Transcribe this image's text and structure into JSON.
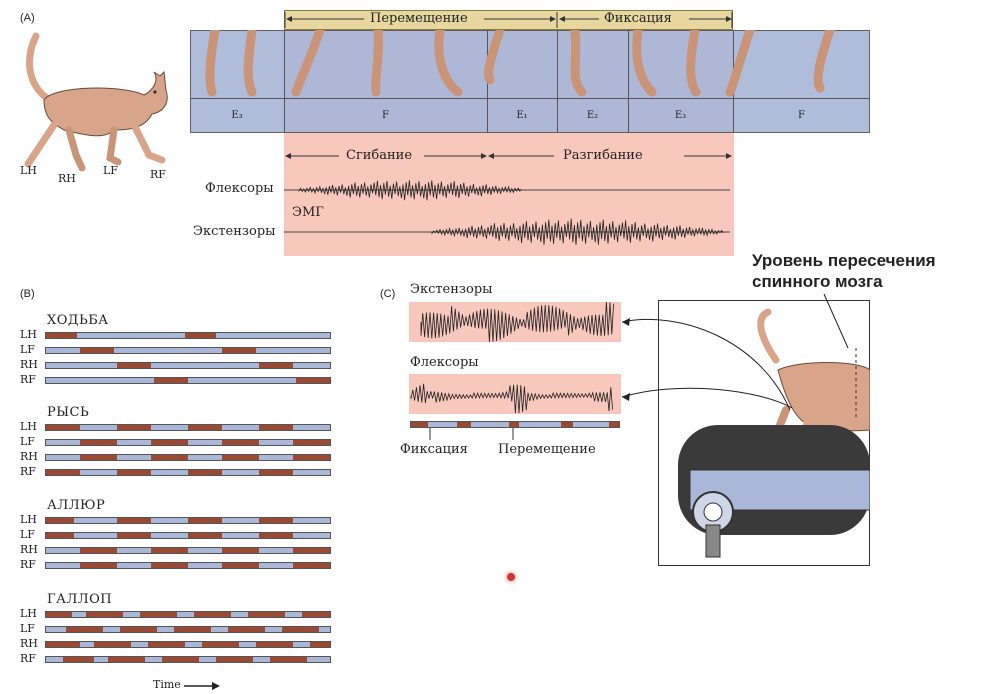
{
  "panelA": {
    "label": "(A)",
    "legs": [
      "LH",
      "RH",
      "LF",
      "RF"
    ],
    "top_phases": {
      "transfer": "Перемещение",
      "stance": "Фиксация"
    },
    "step_phases": [
      "E₃",
      "F",
      "E₁",
      "E₂",
      "E₃",
      "F"
    ],
    "emg_phases": {
      "flexion": "Сгибание",
      "extension": "Разгибание"
    },
    "flexors": "Флексоры",
    "emg": "ЭМГ",
    "extensors": "Экстензоры"
  },
  "panelB": {
    "label": "(B)",
    "time": "Time",
    "gaits": [
      {
        "name": "ХОДЬБА",
        "rows": [
          {
            "leg": "LH",
            "segs": [
              [
                0,
                0.11
              ],
              [
                0.49,
                0.6
              ]
            ]
          },
          {
            "leg": "LF",
            "segs": [
              [
                0.12,
                0.24
              ],
              [
                0.62,
                0.74
              ]
            ]
          },
          {
            "leg": "RH",
            "segs": [
              [
                0.25,
                0.37
              ],
              [
                0.75,
                0.87
              ]
            ]
          },
          {
            "leg": "RF",
            "segs": [
              [
                0.38,
                0.5
              ],
              [
                0.88,
                1.0
              ]
            ]
          }
        ]
      },
      {
        "name": "РЫСЬ",
        "rows": [
          {
            "leg": "LH",
            "segs": [
              [
                0,
                0.12
              ],
              [
                0.25,
                0.37
              ],
              [
                0.5,
                0.62
              ],
              [
                0.75,
                0.87
              ]
            ]
          },
          {
            "leg": "LF",
            "segs": [
              [
                0.12,
                0.25
              ],
              [
                0.37,
                0.5
              ],
              [
                0.62,
                0.75
              ],
              [
                0.87,
                1.0
              ]
            ]
          },
          {
            "leg": "RH",
            "segs": [
              [
                0.12,
                0.25
              ],
              [
                0.37,
                0.5
              ],
              [
                0.62,
                0.75
              ],
              [
                0.87,
                1.0
              ]
            ]
          },
          {
            "leg": "RF",
            "segs": [
              [
                0,
                0.12
              ],
              [
                0.25,
                0.37
              ],
              [
                0.5,
                0.62
              ],
              [
                0.75,
                0.87
              ]
            ]
          }
        ]
      },
      {
        "name": "АЛЛЮР",
        "rows": [
          {
            "leg": "LH",
            "segs": [
              [
                0,
                0.1
              ],
              [
                0.25,
                0.37
              ],
              [
                0.5,
                0.62
              ],
              [
                0.75,
                0.87
              ]
            ]
          },
          {
            "leg": "LF",
            "segs": [
              [
                0,
                0.1
              ],
              [
                0.25,
                0.37
              ],
              [
                0.5,
                0.62
              ],
              [
                0.75,
                0.87
              ]
            ]
          },
          {
            "leg": "RH",
            "segs": [
              [
                0.12,
                0.25
              ],
              [
                0.37,
                0.5
              ],
              [
                0.62,
                0.75
              ],
              [
                0.87,
                1.0
              ]
            ]
          },
          {
            "leg": "RF",
            "segs": [
              [
                0.12,
                0.25
              ],
              [
                0.37,
                0.5
              ],
              [
                0.62,
                0.75
              ],
              [
                0.87,
                1.0
              ]
            ]
          }
        ]
      },
      {
        "name": "ГАЛЛОП",
        "rows": [
          {
            "leg": "LH",
            "segs": [
              [
                0,
                0.09
              ],
              [
                0.14,
                0.27
              ],
              [
                0.33,
                0.46
              ],
              [
                0.52,
                0.65
              ],
              [
                0.71,
                0.84
              ],
              [
                0.9,
                1.0
              ]
            ]
          },
          {
            "leg": "LF",
            "segs": [
              [
                0.07,
                0.2
              ],
              [
                0.26,
                0.39
              ],
              [
                0.45,
                0.58
              ],
              [
                0.64,
                0.77
              ],
              [
                0.83,
                0.96
              ]
            ]
          },
          {
            "leg": "RH",
            "segs": [
              [
                0,
                0.12
              ],
              [
                0.17,
                0.3
              ],
              [
                0.36,
                0.49
              ],
              [
                0.55,
                0.68
              ],
              [
                0.74,
                0.87
              ],
              [
                0.93,
                1.0
              ]
            ]
          },
          {
            "leg": "RF",
            "segs": [
              [
                0.06,
                0.17
              ],
              [
                0.22,
                0.35
              ],
              [
                0.41,
                0.54
              ],
              [
                0.6,
                0.73
              ],
              [
                0.79,
                0.92
              ]
            ]
          }
        ]
      }
    ]
  },
  "panelC": {
    "label": "(C)",
    "extensors": "Экстензоры",
    "flexors": "Флексоры",
    "stance": "Фиксация",
    "transfer": "Перемещение",
    "cut_level": "Уровень пересечения спинного мозга"
  },
  "colors": {
    "stance_bar": "#a9b8d9",
    "swing": "#9a4a32",
    "emg_bg": "#f9c8bc",
    "transfer_bar": "#e8d8a0",
    "blue_panel": "#a9b8d9"
  }
}
